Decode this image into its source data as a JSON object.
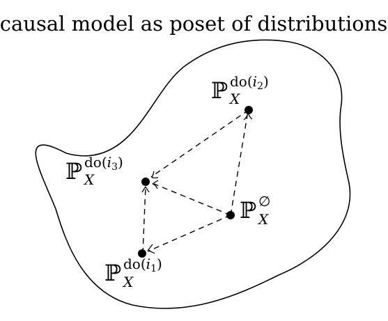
{
  "title": "causal model as poset of distributions",
  "nodes": {
    "observational": {
      "main": "ℙ",
      "sup": "∅",
      "sub": "X"
    },
    "do_i1": {
      "main": "ℙ",
      "sup_prefix": "do(",
      "sup_var": "i",
      "sup_index": "1",
      "sup_suffix": ")",
      "sub": "X"
    },
    "do_i2": {
      "main": "ℙ",
      "sup_prefix": "do(",
      "sup_var": "i",
      "sup_index": "2",
      "sup_suffix": ")",
      "sub": "X"
    },
    "do_i3": {
      "main": "ℙ",
      "sup_prefix": "do(",
      "sup_var": "i",
      "sup_index": "3",
      "sup_suffix": ")",
      "sub": "X"
    }
  },
  "edges": [
    {
      "from": "observational",
      "to": "do_i2",
      "style": "dashed"
    },
    {
      "from": "observational",
      "to": "do_i1",
      "style": "dashed"
    },
    {
      "from": "observational",
      "to": "do_i3",
      "style": "dashed"
    },
    {
      "from": "do_i2",
      "to": "do_i3",
      "style": "dashed"
    },
    {
      "from": "do_i1",
      "to": "do_i3",
      "style": "dashed"
    }
  ]
}
